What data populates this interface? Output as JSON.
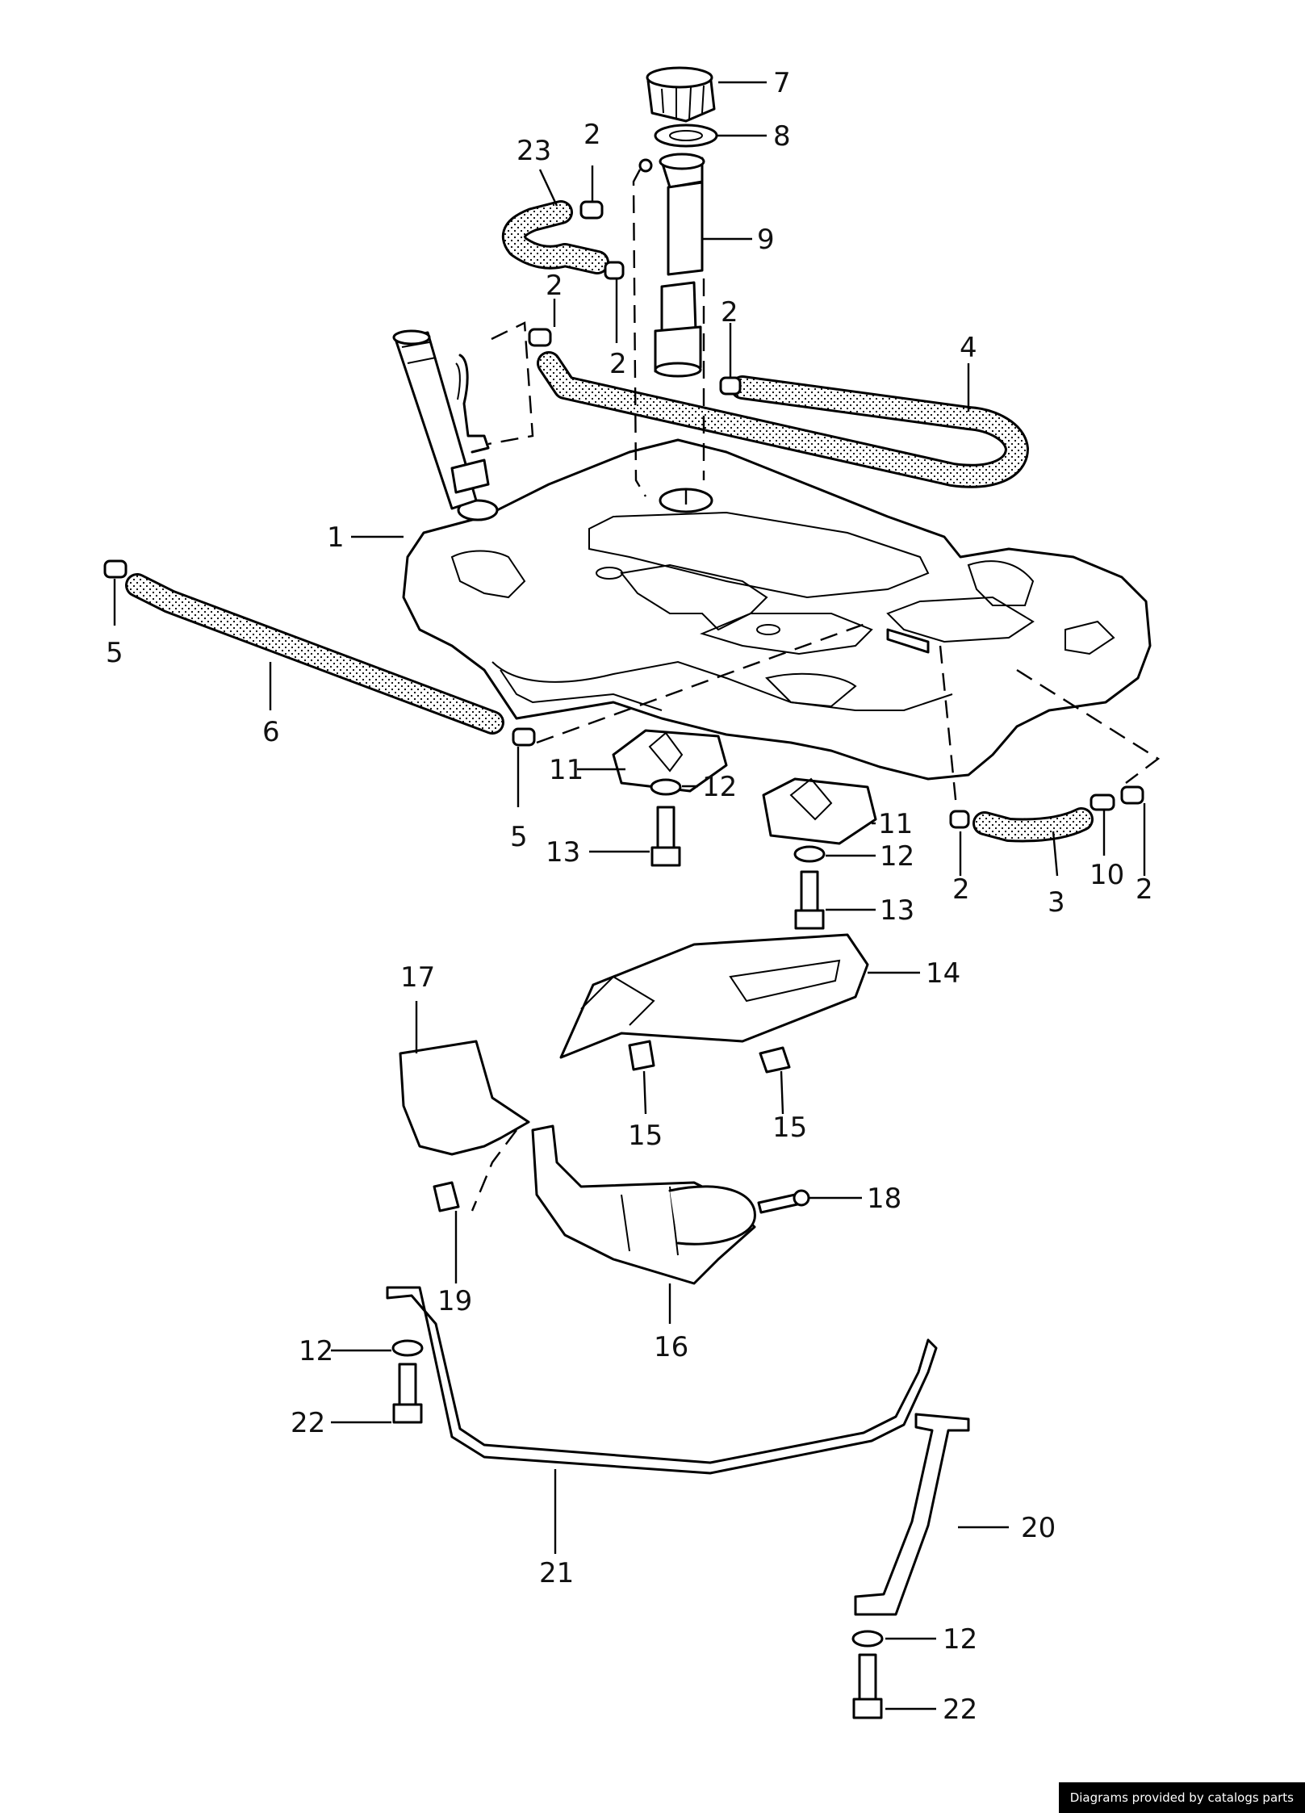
{
  "diagram": {
    "part_labels": {
      "p1": "1",
      "p2a": "2",
      "p2b": "2",
      "p2c": "2",
      "p2d": "2",
      "p2e": "2",
      "p2f": "2",
      "p3": "3",
      "p4": "4",
      "p5a": "5",
      "p5b": "5",
      "p6": "6",
      "p7": "7",
      "p8": "8",
      "p9": "9",
      "p10": "10",
      "p11a": "11",
      "p11b": "11",
      "p12a": "12",
      "p12b": "12",
      "p12c": "12",
      "p12d": "12",
      "p13a": "13",
      "p13b": "13",
      "p14": "14",
      "p15a": "15",
      "p15b": "15",
      "p16": "16",
      "p17": "17",
      "p18": "18",
      "p19": "19",
      "p20": "20",
      "p21": "21",
      "p22a": "22",
      "p22b": "22",
      "p23": "23"
    }
  },
  "footer": {
    "credit": "Diagrams provided by catalogs parts"
  },
  "colors": {
    "line": "#000000",
    "background": "#ffffff",
    "footer_bg": "#000000",
    "footer_text": "#ffffff"
  }
}
